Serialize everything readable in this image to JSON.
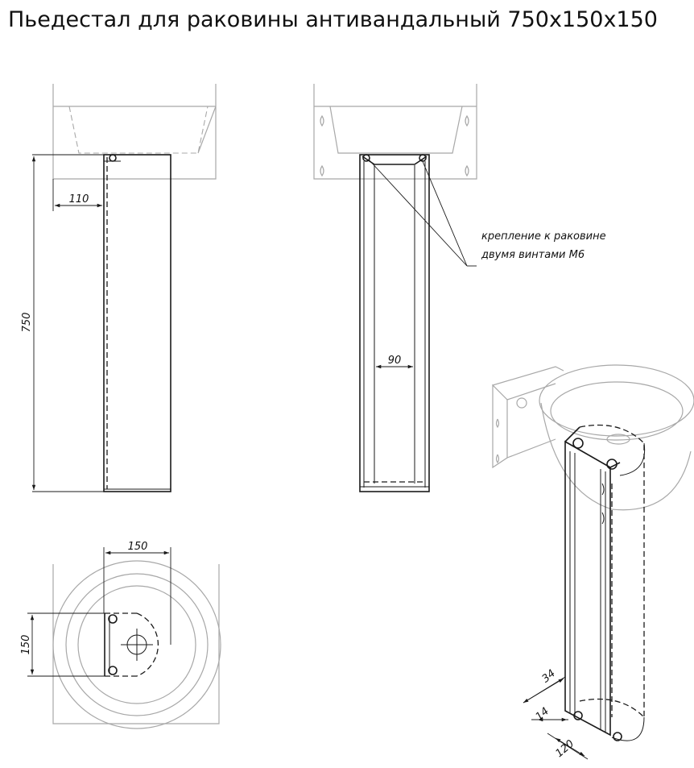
{
  "title": "Пьедестал для раковины антивандальный 750x150x150",
  "dimensions": {
    "height": "750",
    "offset": "110",
    "inner_width": "90",
    "plan_width": "150",
    "plan_depth": "150",
    "iso_a": "34",
    "iso_b": "14",
    "iso_c": "120"
  },
  "note": {
    "line1": "крепление к раковине",
    "line2": "двумя винтами М6"
  }
}
